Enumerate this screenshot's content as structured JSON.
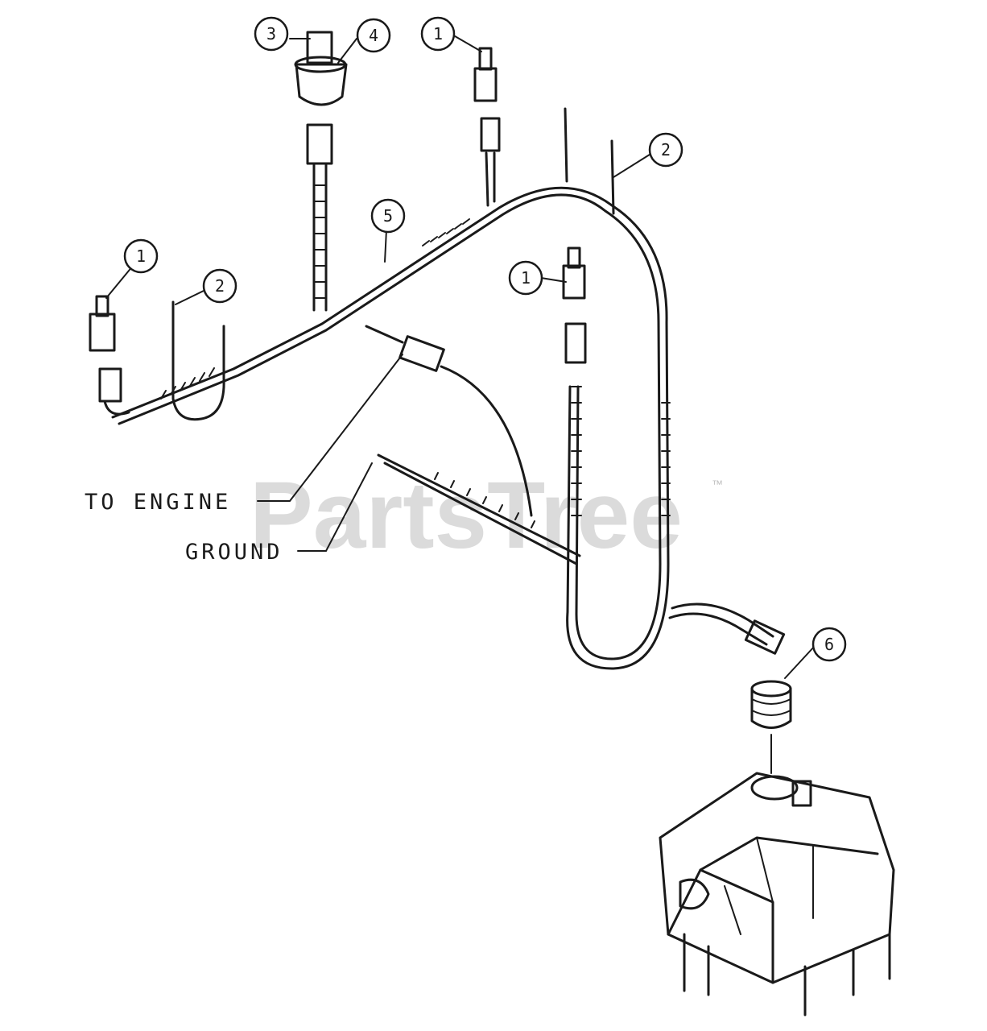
{
  "diagram": {
    "callouts": [
      {
        "id": "c1a",
        "label": "1"
      },
      {
        "id": "c1b",
        "label": "1"
      },
      {
        "id": "c1c",
        "label": "1"
      },
      {
        "id": "c2a",
        "label": "2"
      },
      {
        "id": "c2b",
        "label": "2"
      },
      {
        "id": "c3",
        "label": "3"
      },
      {
        "id": "c4",
        "label": "4"
      },
      {
        "id": "c5",
        "label": "5"
      },
      {
        "id": "c6",
        "label": "6"
      }
    ],
    "labels": {
      "to_engine": "TO ENGINE",
      "ground": "GROUND"
    }
  },
  "watermark": {
    "text": "PartsTree",
    "trademark": "™"
  }
}
